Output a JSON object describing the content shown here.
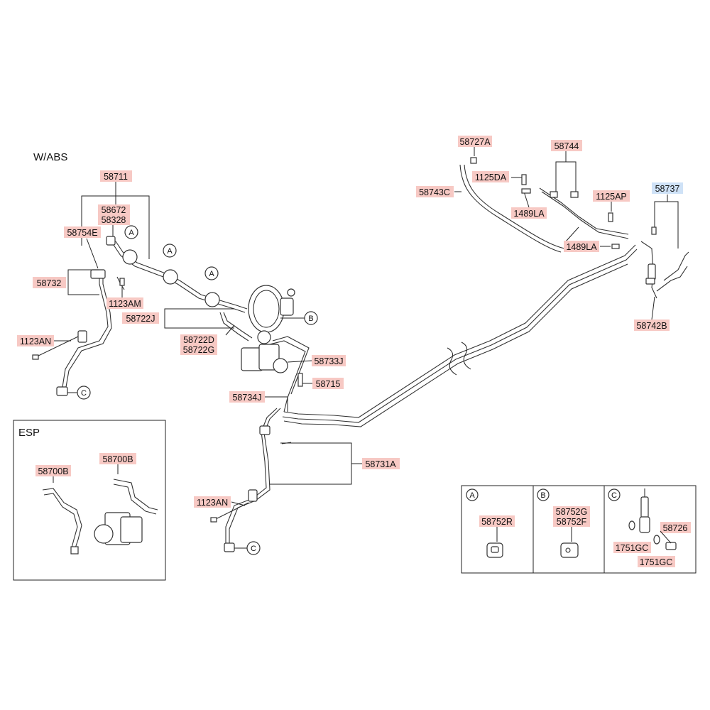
{
  "header": {
    "title": "W/ABS"
  },
  "esp_box": {
    "title": "ESP"
  },
  "detail_boxes": {
    "a": {
      "letter": "A",
      "part": "58752R"
    },
    "b": {
      "letter": "B",
      "part_1": "58752G",
      "part_2": "58752F"
    },
    "c": {
      "letter": "C",
      "part_1": "58726",
      "part_2": "1751GC",
      "part_3": "1751GC"
    }
  },
  "callouts": {
    "a": "A",
    "b": "B",
    "c": "C"
  },
  "labels": {
    "p58711": "58711",
    "p58672": "58672",
    "p58328": "58328",
    "p58754E": "58754E",
    "p58732": "58732",
    "p1123AM": "1123AM",
    "p58722J": "58722J",
    "p58722D": "58722D",
    "p58722G": "58722G",
    "p1123AN_top": "1123AN",
    "p58733J": "58733J",
    "p58715": "58715",
    "p58734J": "58734J",
    "p58731A": "58731A",
    "p1123AN_bottom": "1123AN",
    "p58700B_left": "58700B",
    "p58700B_right": "58700B",
    "p58727A": "58727A",
    "p1125DA": "1125DA",
    "p58743C": "58743C",
    "p58744": "58744",
    "p1489LA_1": "1489LA",
    "p1489LA_2": "1489LA",
    "p1125AP": "1125AP",
    "p58737": "58737",
    "p58742B": "58742B"
  },
  "colors": {
    "label_highlight": "#f7c9c4",
    "selected_highlight": "#cfe2f7"
  }
}
